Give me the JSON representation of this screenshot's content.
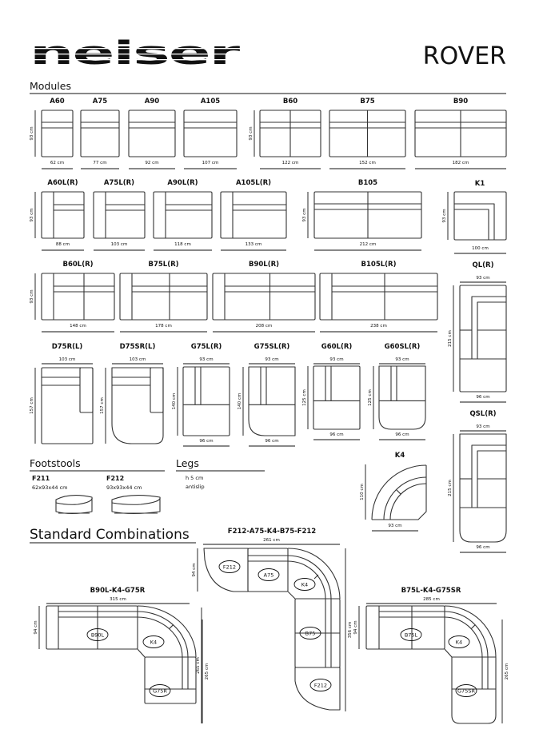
{
  "brand": {
    "logo": "neiser",
    "product": "ROVER"
  },
  "sections": {
    "modules": "Modules",
    "footstools": "Footstools",
    "legs": "Legs",
    "combinations": "Standard Combinations"
  },
  "modules": {
    "A60": {
      "label": "A60",
      "width": "62 cm",
      "depth": "93 cm"
    },
    "A75": {
      "label": "A75",
      "width": "77 cm"
    },
    "A90": {
      "label": "A90",
      "width": "92 cm"
    },
    "A105": {
      "label": "A105",
      "width": "107 cm"
    },
    "B60": {
      "label": "B60",
      "width": "122 cm",
      "depth": "93 cm"
    },
    "B75": {
      "label": "B75",
      "width": "152 cm"
    },
    "B90": {
      "label": "B90",
      "width": "182 cm"
    },
    "A60L": {
      "label": "A60L(R)",
      "width": "88 cm",
      "depth": "93 cm"
    },
    "A75L": {
      "label": "A75L(R)",
      "width": "103 cm"
    },
    "A90L": {
      "label": "A90L(R)",
      "width": "118 cm"
    },
    "A105L": {
      "label": "A105L(R)",
      "width": "133 cm"
    },
    "B105": {
      "label": "B105",
      "width": "212 cm",
      "depth": "93 cm"
    },
    "K1": {
      "label": "K1",
      "width": "100 cm",
      "depth": "93 cm"
    },
    "B60L": {
      "label": "B60L(R)",
      "width": "148 cm",
      "depth": "93 cm"
    },
    "B75L": {
      "label": "B75L(R)",
      "width": "178 cm"
    },
    "B90L": {
      "label": "B90L(R)",
      "width": "208 cm"
    },
    "B105L": {
      "label": "B105L(R)",
      "width": "238 cm"
    },
    "QL": {
      "label": "QL(R)",
      "top": "93 cm",
      "depth": "215 cm",
      "width": "96 cm"
    },
    "D75R": {
      "label": "D75R(L)",
      "width": "103 cm",
      "depth": "157 cm"
    },
    "D75SR": {
      "label": "D75SR(L)",
      "width": "103 cm",
      "depth": "157 cm"
    },
    "G75L": {
      "label": "G75L(R)",
      "top": "93 cm",
      "depth": "140 cm",
      "width": "96 cm"
    },
    "G75SL": {
      "label": "G75SL(R)",
      "top": "93 cm",
      "depth": "140 cm",
      "width": "96 cm"
    },
    "G60L": {
      "label": "G60L(R)",
      "top": "93 cm",
      "depth": "125 cm",
      "width": "96 cm"
    },
    "G60SL": {
      "label": "G60SL(R)",
      "top": "93 cm",
      "depth": "125 cm",
      "width": "96 cm"
    },
    "K4": {
      "label": "K4",
      "depth": "110 cm",
      "width": "93 cm"
    },
    "QSL": {
      "label": "QSL(R)",
      "top": "93 cm",
      "depth": "215 cm",
      "width": "96 cm"
    }
  },
  "footstools": [
    {
      "code": "F211",
      "size": "62x93x44 cm"
    },
    {
      "code": "F212",
      "size": "93x93x44 cm"
    }
  ],
  "legs": {
    "height": "h 5  cm",
    "type": "antislip"
  },
  "combinations": [
    {
      "title": "F212-A75-K4-B75-F212",
      "width": "261 cm",
      "left_depth": "94 cm",
      "left_length": "265 cm",
      "right_length": "356 cm",
      "parts": [
        "F212",
        "A75",
        "K4",
        "B75",
        "F212"
      ]
    },
    {
      "title": "B90L-K4-G75R",
      "width": "315 cm",
      "left_depth": "94 cm",
      "right_length": "265 cm",
      "parts": [
        "B90L",
        "K4",
        "G75R"
      ]
    },
    {
      "title": "B75L-K4-G75SR",
      "width": "285 cm",
      "left_depth": "94 cm",
      "right_length": "265 cm",
      "parts": [
        "B75L",
        "K4",
        "G75SR"
      ]
    }
  ]
}
